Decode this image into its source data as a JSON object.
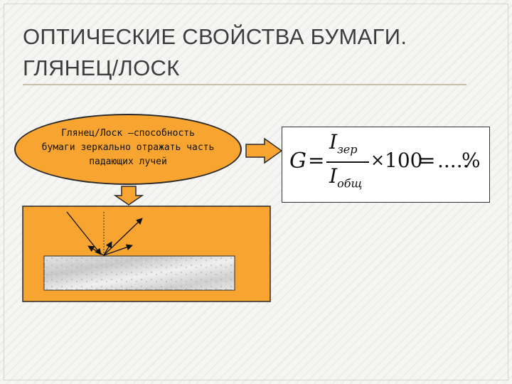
{
  "slide": {
    "title_line1": "ОПТИЧЕСКИЕ СВОЙСТВА БУМАГИ.",
    "title_line2": "ГЛЯНЕЦ/ЛОСК"
  },
  "definition": {
    "line1": "Глянец/Лоск –способность",
    "line2": "бумаги зеркально отражать часть",
    "line3": "падающих лучей"
  },
  "formula": {
    "lhs": "G",
    "eq": "=",
    "numerator": "I",
    "numerator_sub": "зер",
    "denominator": "I",
    "denominator_sub": "общ",
    "times": "×",
    "multiplier": "100",
    "eq2": "=",
    "result": ".....",
    "unit": "%"
  },
  "colors": {
    "accent_orange": "#f7a530",
    "outline": "#2a2a2a",
    "title_text": "#3d3d3d"
  }
}
